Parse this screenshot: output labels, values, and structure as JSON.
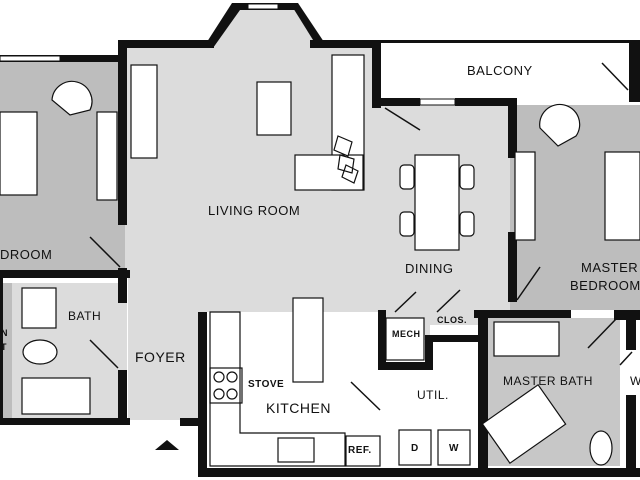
{
  "rooms": {
    "balcony": "BALCONY",
    "living_room": "LIVING ROOM",
    "dining": "DINING",
    "bedroom_left": "DROOM",
    "bath": "BATH",
    "closet_left_top": "N",
    "closet_left_bottom": "T",
    "foyer": "FOYER",
    "stove": "STOVE",
    "kitchen": "KITCHEN",
    "mech": "MECH",
    "clos": "CLOS.",
    "util": "UTIL.",
    "washer_d": "D",
    "washer_w": "W",
    "ref": "REF.",
    "master_bedroom_line1": "MASTER",
    "master_bedroom_line2": "BEDROOM",
    "master_bath": "MASTER BATH",
    "right_edge": "W"
  },
  "colors": {
    "wall": "#111111",
    "floor_light": "#dcdcdc",
    "floor_dark": "#b8b8b8",
    "furniture": "#ffffff"
  }
}
